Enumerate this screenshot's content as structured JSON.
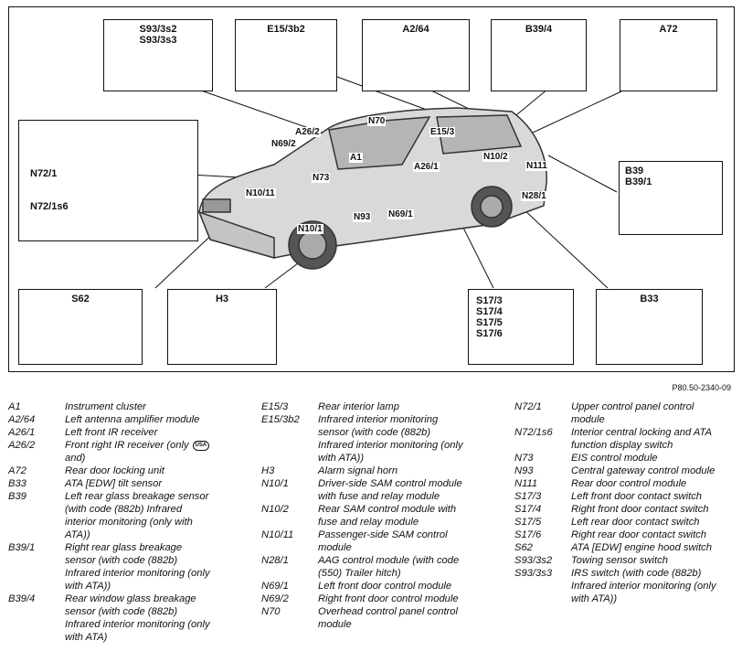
{
  "figure_ref": "P80.50-2340-09",
  "box_labels": {
    "s93": "S93/3s2\nS93/3s3",
    "e15": "E15/3b2",
    "a264": "A2/64",
    "b394": "B39/4",
    "a72": "A72",
    "b39": "B39\nB39/1",
    "n72": "N72/1",
    "n72s6": "N72/1s6",
    "s62": "S62",
    "h3": "H3",
    "s17": "S17/3\nS17/4\nS17/5\nS17/6",
    "b33": "B33"
  },
  "callouts": {
    "a262": "A26/2",
    "n70": "N70",
    "e153": "E15/3",
    "n692": "N69/2",
    "a1": "A1",
    "n102": "N10/2",
    "n111": "N111",
    "n73": "N73",
    "a261": "A26/1",
    "n1011": "N10/11",
    "n281": "N28/1",
    "n93": "N93",
    "n691": "N69/1",
    "n101": "N10/1"
  },
  "usa_badge": "USA",
  "legend": {
    "col1": [
      {
        "code": "A1",
        "desc": "Instrument cluster"
      },
      {
        "code": "A2/64",
        "desc": "Left antenna amplifier module"
      },
      {
        "code": "A26/1",
        "desc": "Left front IR receiver"
      },
      {
        "code": "A26/2",
        "desc": "Front right IR receiver (only",
        "desc2": "and)"
      },
      {
        "code": "A72",
        "desc": "Rear door locking unit"
      },
      {
        "code": "B33",
        "desc": "ATA [EDW] tilt sensor"
      },
      {
        "code": "B39",
        "desc": "Left rear glass breakage sensor",
        "desc2": "(with code (882b) Infrared",
        "desc3": "interior monitoring (only with",
        "desc4": "ATA))"
      },
      {
        "code": "B39/1",
        "desc": "Right rear glass breakage",
        "desc2": "sensor (with code (882b)",
        "desc3": "Infrared interior monitoring (only",
        "desc4": "with ATA))"
      },
      {
        "code": "B39/4",
        "desc": "Rear window glass breakage",
        "desc2": "sensor (with code (882b)",
        "desc3": "Infrared interior monitoring (only",
        "desc4": "with ATA)"
      }
    ],
    "col2": [
      {
        "code": "E15/3",
        "desc": "Rear interior lamp"
      },
      {
        "code": "E15/3b2",
        "desc": "Infrared interior monitoring",
        "desc2": "sensor (with code (882b)",
        "desc3": "Infrared interior monitoring (only",
        "desc4": "with ATA))"
      },
      {
        "code": "H3",
        "desc": "Alarm signal horn"
      },
      {
        "code": "N10/1",
        "desc": "Driver-side SAM control module",
        "desc2": "with fuse and relay module"
      },
      {
        "code": "N10/2",
        "desc": "Rear SAM control module with",
        "desc2": "fuse and relay module"
      },
      {
        "code": "N10/11",
        "desc": "Passenger-side SAM control",
        "desc2": "module"
      },
      {
        "code": "N28/1",
        "desc": "AAG control module (with code",
        "desc2": "(550) Trailer hitch)"
      },
      {
        "code": "N69/1",
        "desc": "Left front door control module"
      },
      {
        "code": "N69/2",
        "desc": "Right front door control module"
      },
      {
        "code": "N70",
        "desc": "Overhead control panel control",
        "desc2": "module"
      }
    ],
    "col3": [
      {
        "code": "N72/1",
        "desc": "Upper control panel control",
        "desc2": "module"
      },
      {
        "code": "N72/1s6",
        "desc": "Interior central locking and ATA",
        "desc2": "function display switch"
      },
      {
        "code": "N73",
        "desc": "EIS control module"
      },
      {
        "code": "N93",
        "desc": "Central gateway control module"
      },
      {
        "code": "N111",
        "desc": "Rear door control module"
      },
      {
        "code": "S17/3",
        "desc": "Left front door contact switch"
      },
      {
        "code": "S17/4",
        "desc": "Right front door contact switch"
      },
      {
        "code": "S17/5",
        "desc": "Left rear door contact switch"
      },
      {
        "code": "S17/6",
        "desc": "Right rear door contact switch"
      },
      {
        "code": "S62",
        "desc": "ATA [EDW] engine hood switch"
      },
      {
        "code": "S93/3s2",
        "desc": "Towing sensor switch"
      },
      {
        "code": "S93/3s3",
        "desc": "IRS switch (with code (882b)",
        "desc2": "Infrared interior monitoring (only",
        "desc3": "with ATA))"
      }
    ]
  }
}
